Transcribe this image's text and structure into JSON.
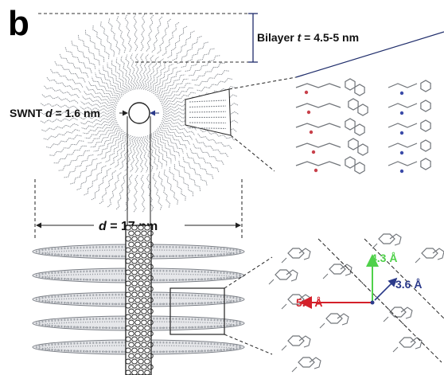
{
  "panel_label": "b",
  "labels": {
    "bilayer_prefix": "Bilayer ",
    "bilayer_var": "t",
    "bilayer_value": " = 4.5-5 nm",
    "swnt_prefix": "SWNT ",
    "swnt_var": "d",
    "swnt_value": " = 1.6 nm",
    "outer_d_var": "d",
    "outer_d_value": " = 17 nm",
    "spacing_1": "4.3 Å",
    "spacing_2": "3.6 Å",
    "spacing_3": "5.4 Å"
  },
  "colors": {
    "text": "#111111",
    "molecule": "#8a8e94",
    "guide_line": "#1f2d6b",
    "tube_dark": "#222222",
    "arrow_green": "#4fd14a",
    "arrow_red": "#d4202a",
    "arrow_blue": "#2b3a8a",
    "label_green": "#4fd14a",
    "label_red": "#d4202a",
    "label_blue": "#2b3a8a"
  },
  "counts": {
    "stacked_discs": 5
  }
}
